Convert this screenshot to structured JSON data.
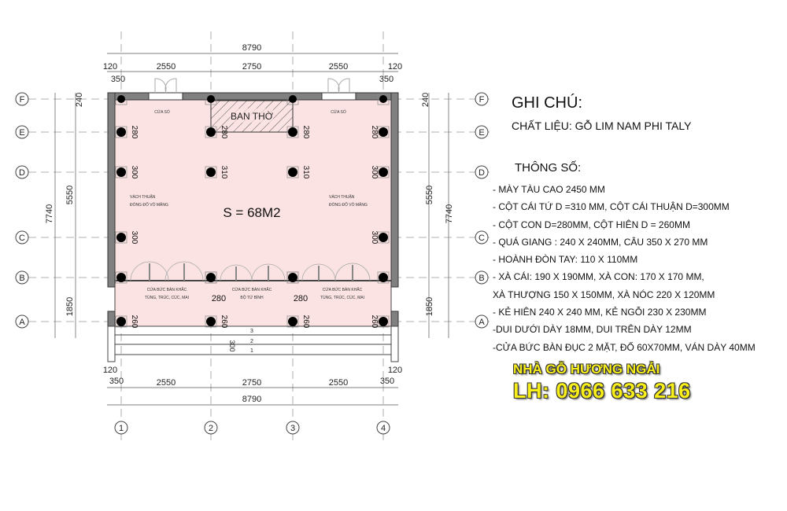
{
  "plan": {
    "area_label": "S = 68M2",
    "altar_label": "BAN THỜ",
    "window_label": "CỬA SỔ",
    "side_wall_label": [
      "VÁCH THUẬN",
      "ĐÓNG ĐỐ VÒ MĂNG"
    ],
    "door_left_label": [
      "CỬA BỨC BÀN KHẮC",
      "TÙNG, TRÚC, CÚC, MAI"
    ],
    "door_mid_label": [
      "CỬA BỨC BÀN KHẮC",
      "BỘ TỨ BÌNH"
    ],
    "door_right_label": [
      "CỬA BỨC BÀN KHẮC",
      "TÙNG, TRÚC, CÚC, MAI"
    ],
    "steps": [
      "3",
      "2",
      "1"
    ],
    "step_dim": "300",
    "grid_columns": [
      "1",
      "2",
      "3",
      "4"
    ],
    "grid_rows": [
      "F",
      "E",
      "D",
      "C",
      "B",
      "A"
    ],
    "dims": {
      "total_width": "8790",
      "bays": [
        "2550",
        "2750",
        "2550"
      ],
      "edge_outer": "120",
      "edge_inner": "350",
      "total_depth": "7740",
      "depth_main": "5550",
      "depth_porch": "1850",
      "top_offset": "240"
    },
    "column_labels": {
      "E": [
        "280",
        "280",
        "280",
        "280"
      ],
      "D": [
        "300",
        "310",
        "310",
        "300"
      ],
      "C": [
        "300",
        "300"
      ],
      "B": [
        "280",
        "280"
      ],
      "A": [
        "260",
        "260",
        "260",
        "260"
      ]
    }
  },
  "notes": {
    "title": "GHI CHÚ:",
    "material": "CHẤT LIỆU:  GỖ LIM NAM PHI TALY",
    "specs_title": "THÔNG SỐ:",
    "specs": [
      "- MÀY TÀU CAO 2450 MM",
      "- CỘT CÁI  TỨ D =310 MM, CỘT CÁI THUẬN D=300MM",
      "- CỘT CON D=280MM,   CỘT HIÊN  D = 260MM",
      "- QUÁ GIANG : 240 X 240MM,  CÂU 350 X 270 MM",
      "- HOÀNH ĐÒN TAY:  110 X 110MM",
      "- XÀ CÁI: 190 X 190MM,  XÀ CON:  170 X 170 MM,",
      "  XÀ THƯỢNG  150 X 150MM, XÀ NÓC 220 X 120MM",
      "- KẺ HIÊN 240 X 240 MM, KẺ NGỖI 230 X 230MM",
      "-DUI  DƯỚI DÀY 18MM, DUI TRÊN DÀY 12MM",
      "-CỬA BỨC BÀN ĐỤC 2 MẶT,  ĐỐ 60X70MM, VÁN DÀY 40MM"
    ]
  },
  "brand": {
    "name": "NHÀ GỖ HƯƠNG NGẢI",
    "phone": "LH: 0966 633 216"
  },
  "colors": {
    "floor": "#fbe3e3",
    "wall": "#808080",
    "brand": "#f7ee1a"
  }
}
